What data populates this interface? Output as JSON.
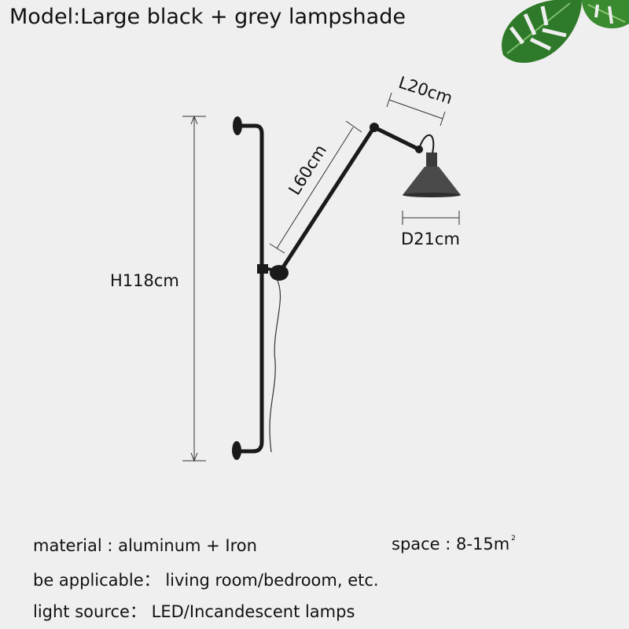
{
  "title": "Model:Large black + grey lampshade",
  "dimensions": {
    "height": "H118cm",
    "arm_length": "L60cm",
    "upper_arm_length": "L20cm",
    "shade_diameter": "D21cm"
  },
  "specs": {
    "material_label": "material :",
    "material_value": "aluminum + Iron",
    "space_label": "space :",
    "space_value": "8-15m",
    "space_unit_sup": "2",
    "applicable_label": "be applicable：",
    "applicable_value": "living room/bedroom, etc.",
    "light_label": "light source：",
    "light_value": "LED/Incandescent lamps"
  },
  "colors": {
    "background": "#efefef",
    "lamp_metal": "#1a1a1a",
    "shade_grey": "#4a4a4a",
    "leaf_green": "#2f7a2a"
  },
  "icons": [
    "monstera-leaf-icon",
    "wall-lamp-illustration"
  ]
}
